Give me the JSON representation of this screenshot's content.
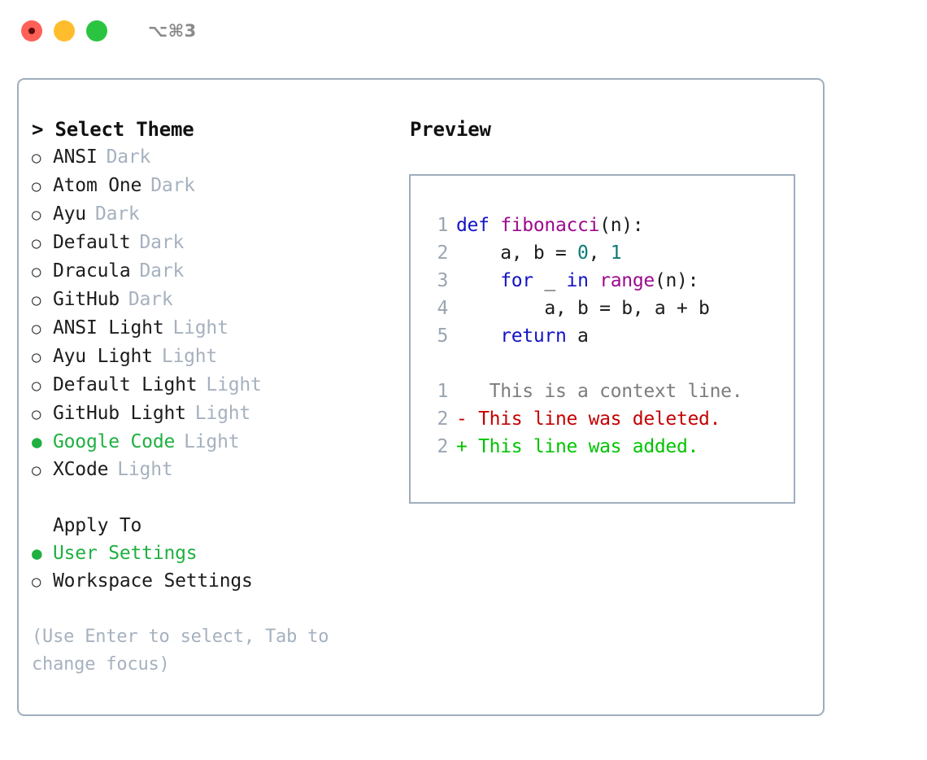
{
  "window": {
    "traffic_lights": [
      "close",
      "minimize",
      "maximize"
    ],
    "shortcut_hint": "⌥⌘3"
  },
  "theme_picker": {
    "heading_prefix": "> ",
    "heading": "Select Theme",
    "marker_unselected": "○",
    "marker_selected": "●",
    "options": [
      {
        "label": "ANSI",
        "badge": "Dark",
        "selected": false
      },
      {
        "label": "Atom One",
        "badge": "Dark",
        "selected": false
      },
      {
        "label": "Ayu",
        "badge": "Dark",
        "selected": false
      },
      {
        "label": "Default",
        "badge": "Dark",
        "selected": false
      },
      {
        "label": "Dracula",
        "badge": "Dark",
        "selected": false
      },
      {
        "label": "GitHub",
        "badge": "Dark",
        "selected": false
      },
      {
        "label": "ANSI Light",
        "badge": "Light",
        "selected": false
      },
      {
        "label": "Ayu Light",
        "badge": "Light",
        "selected": false
      },
      {
        "label": "Default Light",
        "badge": "Light",
        "selected": false
      },
      {
        "label": "GitHub Light",
        "badge": "Light",
        "selected": false
      },
      {
        "label": "Google Code",
        "badge": "Light",
        "selected": true
      },
      {
        "label": "XCode",
        "badge": "Light",
        "selected": false
      }
    ]
  },
  "apply_to": {
    "heading": "Apply To",
    "options": [
      {
        "label": "User Settings",
        "selected": true
      },
      {
        "label": "Workspace Settings",
        "selected": false
      }
    ]
  },
  "hint": {
    "line1": "(Use Enter to select, Tab to",
    "line2": "change focus)"
  },
  "preview": {
    "heading": "Preview",
    "code_lines": [
      {
        "number": "1",
        "tokens": [
          {
            "text": "def ",
            "cls": "tok-kw"
          },
          {
            "text": "fibonacci",
            "cls": "tok-fn"
          },
          {
            "text": "(n):",
            "cls": "tok-pl"
          }
        ]
      },
      {
        "number": "2",
        "tokens": [
          {
            "text": "    a, b = ",
            "cls": "tok-pl"
          },
          {
            "text": "0",
            "cls": "tok-num"
          },
          {
            "text": ", ",
            "cls": "tok-pl"
          },
          {
            "text": "1",
            "cls": "tok-num"
          }
        ]
      },
      {
        "number": "3",
        "tokens": [
          {
            "text": "    ",
            "cls": "tok-pl"
          },
          {
            "text": "for",
            "cls": "tok-kw"
          },
          {
            "text": " _ ",
            "cls": "tok-pl"
          },
          {
            "text": "in",
            "cls": "tok-kw"
          },
          {
            "text": " ",
            "cls": "tok-pl"
          },
          {
            "text": "range",
            "cls": "tok-fn"
          },
          {
            "text": "(n):",
            "cls": "tok-pl"
          }
        ]
      },
      {
        "number": "4",
        "tokens": [
          {
            "text": "        a, b = b, a + b",
            "cls": "tok-pl"
          }
        ]
      },
      {
        "number": "5",
        "tokens": [
          {
            "text": "    ",
            "cls": "tok-pl"
          },
          {
            "text": "return",
            "cls": "tok-kw"
          },
          {
            "text": " a",
            "cls": "tok-pl"
          }
        ]
      }
    ],
    "diff_lines": [
      {
        "number": "1",
        "sign": " ",
        "text": "  This is a context line.",
        "cls": "diff-ctx"
      },
      {
        "number": "2",
        "sign": "-",
        "text": " This line was deleted.",
        "cls": "diff-del"
      },
      {
        "number": "2",
        "sign": "+",
        "text": " This line was added.",
        "cls": "diff-add"
      }
    ]
  },
  "colors": {
    "border": "#9fadbd",
    "accent_green": "#1fb041",
    "muted": "#a6b1bf",
    "keyword": "#1313c4",
    "function": "#9c0a8e",
    "number": "#0b7a7a",
    "diff_add": "#00c400",
    "diff_del": "#c40000",
    "diff_ctx": "#7d7d7d",
    "traffic_close": "#ff6057",
    "traffic_min": "#ffbd2e",
    "traffic_max": "#2bc440"
  }
}
